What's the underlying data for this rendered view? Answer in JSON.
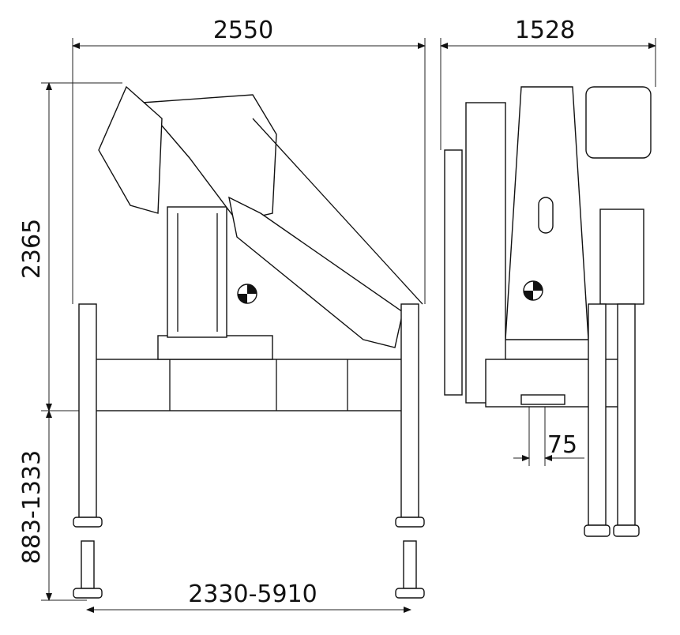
{
  "drawing": {
    "front_view": {
      "width_label": "2550",
      "height_label": "2365",
      "outrigger_height_label": "883-1333",
      "outrigger_span_label": "2330-5910"
    },
    "side_view": {
      "width_label": "1528",
      "offset_label": "75"
    }
  }
}
